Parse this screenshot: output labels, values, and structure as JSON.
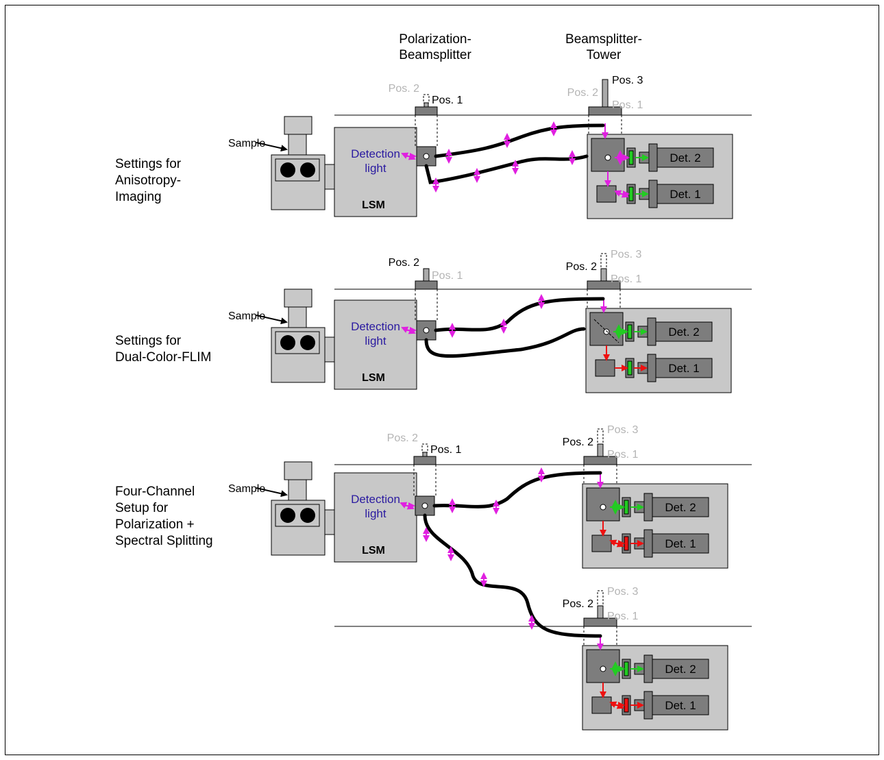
{
  "headers": {
    "polarization_beamsplitter": [
      "Polarization-",
      "Beamsplitter"
    ],
    "beamsplitter_tower": [
      "Beamsplitter-",
      "Tower"
    ]
  },
  "rows": [
    {
      "label_lines": [
        "Settings for",
        "Anisotropy-",
        "Imaging"
      ],
      "sample": "Sample",
      "lsm": "LSM",
      "detection_light": [
        "Detection",
        "light"
      ],
      "polarizer_positions": [
        "Pos. 2",
        "Pos. 1"
      ],
      "polarizer_active": "Pos. 1",
      "tower_positions": [
        "Pos. 2",
        "Pos. 3",
        "Pos. 1"
      ],
      "tower_active": "Pos. 3",
      "detectors": [
        "Det. 2",
        "Det. 1"
      ]
    },
    {
      "label_lines": [
        "Settings for",
        "Dual-Color-FLIM"
      ],
      "sample": "Sample",
      "lsm": "LSM",
      "detection_light": [
        "Detection",
        "light"
      ],
      "polarizer_positions": [
        "Pos. 2",
        "Pos. 1"
      ],
      "polarizer_active": "Pos. 2",
      "tower_positions": [
        "Pos. 2",
        "Pos. 3",
        "Pos. 1"
      ],
      "tower_active": "Pos. 2",
      "detectors": [
        "Det. 2",
        "Det. 1"
      ]
    },
    {
      "label_lines": [
        "Four-Channel",
        "Setup for",
        "Polarization +",
        "Spectral Splitting"
      ],
      "sample": "Sample",
      "lsm": "LSM",
      "detection_light": [
        "Detection",
        "light"
      ],
      "polarizer_positions": [
        "Pos. 2",
        "Pos. 1"
      ],
      "polarizer_active": "Pos. 1",
      "towers": [
        {
          "positions": [
            "Pos. 2",
            "Pos. 3",
            "Pos. 1"
          ],
          "active": "Pos. 2",
          "detectors": [
            "Det. 2",
            "Det. 1"
          ]
        },
        {
          "positions": [
            "Pos. 2",
            "Pos. 3",
            "Pos. 1"
          ],
          "active": "Pos. 2",
          "detectors": [
            "Det. 2",
            "Det. 1"
          ]
        }
      ]
    }
  ],
  "colors": {
    "active_text": "#000000",
    "inactive_text": "#b4b4b4",
    "detection_text": "#2a1aa0",
    "box_fill": "#c8c8c8",
    "component_fill": "#7d7d7d",
    "fiber": "#000000",
    "polarized_light": "#e020e0",
    "green_light": "#22cc22",
    "red_light": "#ee1111"
  }
}
